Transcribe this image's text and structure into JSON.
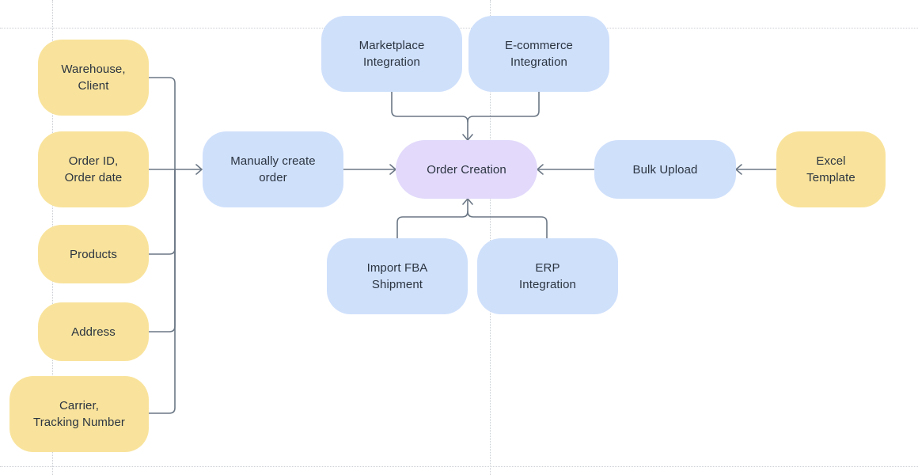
{
  "diagram": {
    "colors": {
      "input_field": "#f9e39c",
      "source": "#cfe0fb",
      "hub": "#e2d9fb",
      "connector": "#6b7785",
      "guide": "#c9cdd2"
    },
    "nodes": {
      "warehouse_client": "Warehouse,\nClient",
      "order_id_date": "Order ID,\nOrder date",
      "products": "Products",
      "address": "Address",
      "carrier_tracking": "Carrier,\nTracking Number",
      "manual_order": "Manually create\norder",
      "marketplace": "Marketplace\nIntegration",
      "ecommerce": "E-commerce\nIntegration",
      "order_creation": "Order Creation",
      "bulk_upload": "Bulk Upload",
      "excel_template": "Excel\nTemplate",
      "import_fba": "Import FBA\nShipment",
      "erp": "ERP\nIntegration"
    },
    "edges": [
      {
        "from": "warehouse_client",
        "to": "manual_order"
      },
      {
        "from": "order_id_date",
        "to": "manual_order"
      },
      {
        "from": "products",
        "to": "manual_order"
      },
      {
        "from": "address",
        "to": "manual_order"
      },
      {
        "from": "carrier_tracking",
        "to": "manual_order"
      },
      {
        "from": "manual_order",
        "to": "order_creation"
      },
      {
        "from": "marketplace",
        "to": "order_creation"
      },
      {
        "from": "ecommerce",
        "to": "order_creation"
      },
      {
        "from": "bulk_upload",
        "to": "order_creation"
      },
      {
        "from": "excel_template",
        "to": "bulk_upload"
      },
      {
        "from": "import_fba",
        "to": "order_creation"
      },
      {
        "from": "erp",
        "to": "order_creation"
      }
    ]
  }
}
